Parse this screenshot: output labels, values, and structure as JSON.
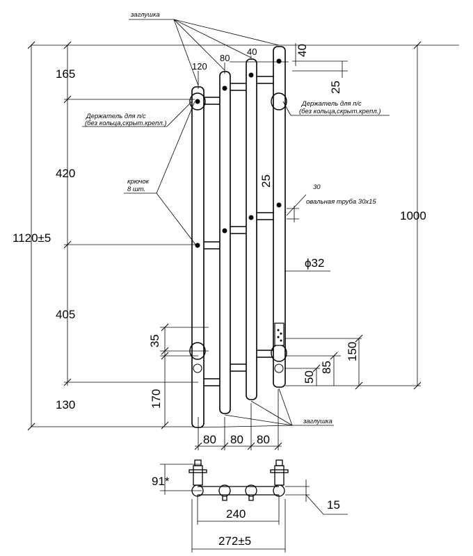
{
  "drawing": {
    "title": "",
    "labels": {
      "plug_top": "заглушка",
      "plug_bottom": "заглушка",
      "holder_left_1": "Держатель для п/с",
      "holder_left_2": "(без кольца,скрыт.крепл.)",
      "holder_right_1": "Держатель для п/с",
      "holder_right_2": "(без кольца,скрыт.крепл.)",
      "hook_1": "крючок",
      "hook_2": "8 шт.",
      "oval_size": "30",
      "oval_pipe": "овальная труба 30х15",
      "diameter": "ϕ32"
    },
    "dimensions": {
      "d165": "165",
      "d420": "420",
      "d1120": "1120±5",
      "d405": "405",
      "d130": "130",
      "d1000": "1000",
      "d120": "120",
      "d80_top": "80",
      "d40_top": "40",
      "d40_right": "40",
      "d25_top": "25",
      "d25_mid": "25",
      "d35": "35",
      "d170": "170",
      "d150": "150",
      "d85": "85",
      "d50": "50",
      "b80_1": "80",
      "b80_2": "80",
      "b80_3": "80",
      "d91": "91*",
      "d15": "15",
      "d240": "240",
      "d272": "272±5"
    }
  }
}
